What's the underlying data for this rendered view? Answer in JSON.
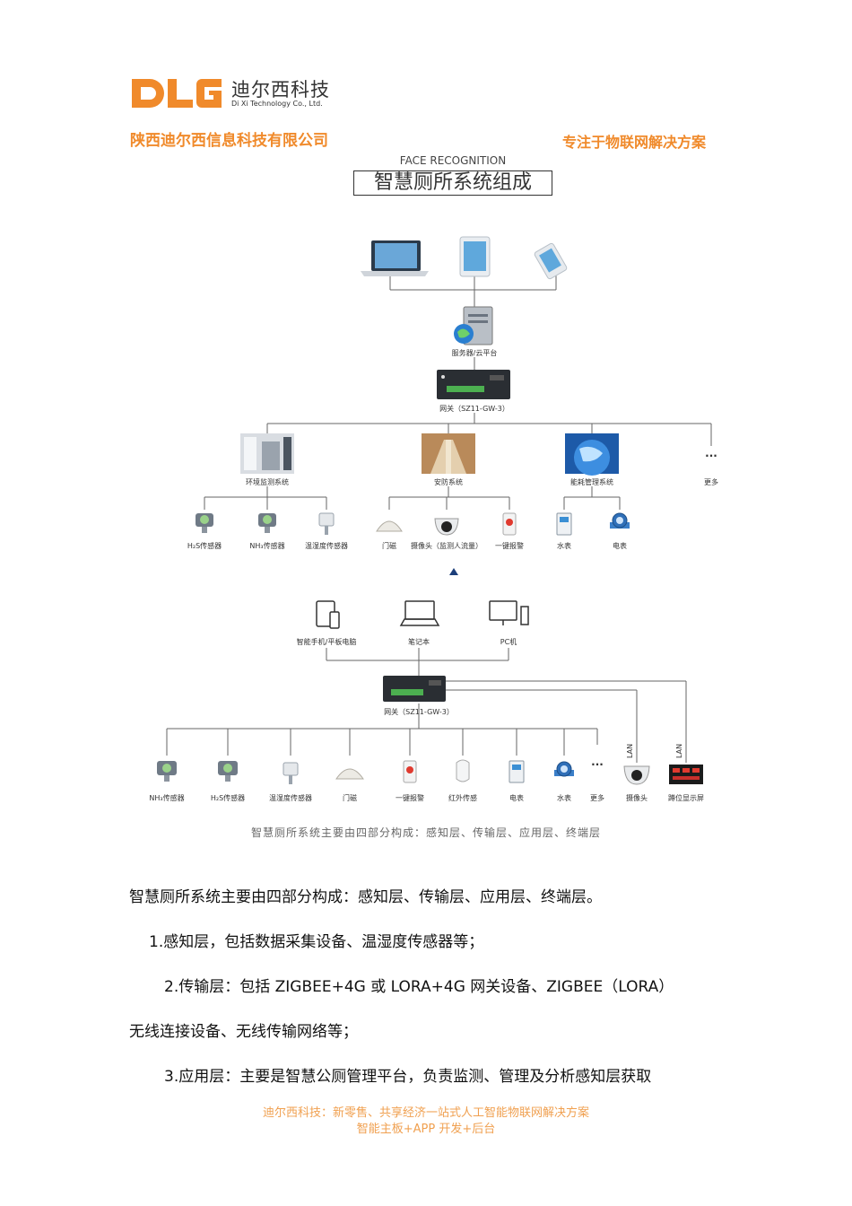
{
  "header": {
    "logo_cn": "迪尔西科技",
    "logo_en": "Di Xi Technology Co., Ltd.",
    "company": "陕西迪尔西信息科技有限公司",
    "slogan": "专注于物联网解决方案",
    "brand_color": "#F08A2B"
  },
  "figure": {
    "subtitle": "FACE RECOGNITION",
    "title": "智慧厕所系统组成",
    "top": {
      "server": "服务器/云平台",
      "gateway": "网关（SZ11-GW-3）",
      "systems": [
        "环境监测系统",
        "安防系统",
        "能耗管理系统",
        "更多"
      ],
      "more_glyph": "···",
      "devices": [
        "H₂S传感器",
        "NH₃传感器",
        "温湿度传感器",
        "门磁",
        "摄像头（监测人流量）",
        "一键报警",
        "水表",
        "电表"
      ]
    },
    "bottom": {
      "clients": [
        "智能手机/平板电脑",
        "笔记本",
        "PC机"
      ],
      "gateway": "网关（SZ11-GW-3）",
      "devices": [
        "NH₃传感器",
        "H₂S传感器",
        "温湿度传感器",
        "门磁",
        "一键报警",
        "红外传感",
        "电表",
        "水表",
        "更多",
        "摄像头",
        "蹲位显示屏"
      ],
      "lan_label": "LAN",
      "more_glyph": "···"
    },
    "caption": "智慧厕所系统主要由四部分构成：感知层、传输层、应用层、终端层"
  },
  "body": {
    "p1": "智慧厕所系统主要由四部分构成：感知层、传输层、应用层、终端层。",
    "p2": "1.感知层，包括数据采集设备、温湿度传感器等；",
    "p3a": "2.传输层：包括 ZIGBEE+4G 或 LORA+4G 网关设备、ZIGBEE（LORA）",
    "p3b": "无线连接设备、无线传输网络等；",
    "p4": "3.应用层：主要是智慧公厕管理平台，负责监测、管理及分析感知层获取"
  },
  "footer": {
    "line1": "迪尔西科技：新零售、共享经济一站式人工智能物联网解决方案",
    "line2": "智能主板+APP 开发+后台"
  }
}
